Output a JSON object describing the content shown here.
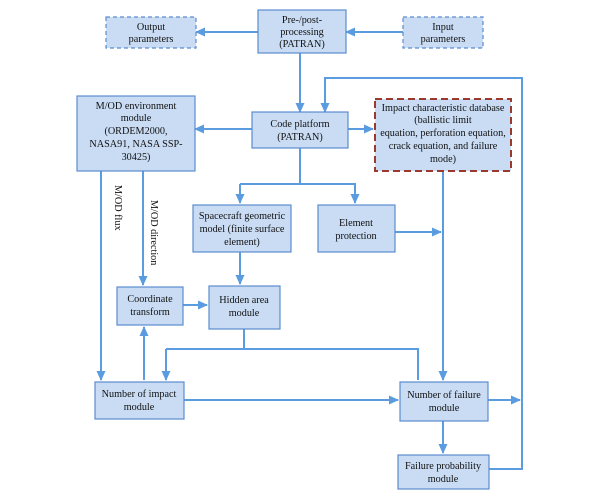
{
  "diagram": {
    "accent_color": "#5b9be0",
    "node_fill": "#c9dcf4",
    "node_border": "#5b8ccf",
    "highlight_border": "#9b3a2c",
    "nodes": {
      "output_params": [
        "Output",
        "parameters"
      ],
      "pre_post": [
        "Pre-/post-",
        "processing",
        "(PATRAN)"
      ],
      "input_params": [
        "Input",
        "parameters"
      ],
      "mod_env": [
        "M/OD environment",
        "module",
        "(ORDEM2000,",
        "NASA91,   NASA SSP-",
        "30425)"
      ],
      "code_platform": [
        "Code platform",
        "(PATRAN)"
      ],
      "impact_db": [
        "Impact characteristic database",
        "(ballistic limit",
        "equation, perforation equation,",
        "crack equation, and failure",
        "mode)"
      ],
      "spacecraft_model": [
        "Spacecraft geometric",
        "model (finite surface",
        "element)"
      ],
      "element_protection": [
        "Element",
        "protection"
      ],
      "coord_transform": [
        "Coordinate",
        "transform"
      ],
      "hidden_area": [
        "Hidden area",
        "module"
      ],
      "impact_count": [
        "Number of impact",
        "module"
      ],
      "failure_count": [
        "Number of  failure",
        "module"
      ],
      "failure_prob": [
        "Failure probability",
        "module"
      ]
    },
    "edge_labels": {
      "flux": "M/OD flux",
      "direction": "M/OD direction"
    }
  }
}
